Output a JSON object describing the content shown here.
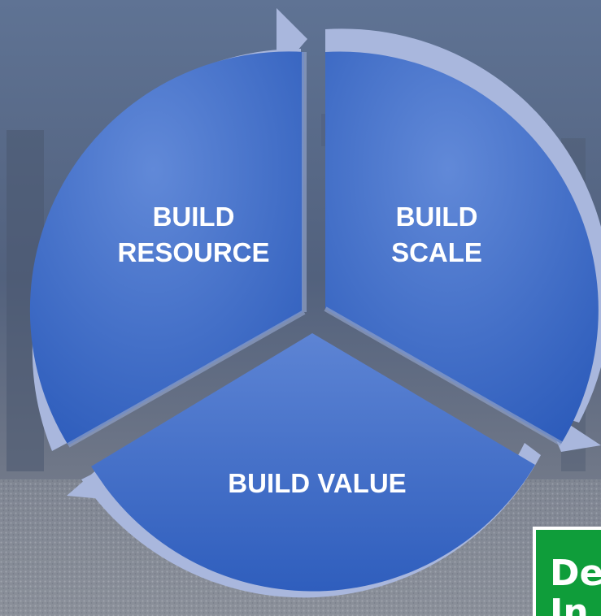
{
  "diagram": {
    "segments": [
      {
        "id": "resource",
        "lines": [
          "BUILD",
          "RESOURCE"
        ]
      },
      {
        "id": "scale",
        "lines": [
          "BUILD",
          "SCALE"
        ]
      },
      {
        "id": "value",
        "lines": [
          "BUILD VALUE"
        ]
      }
    ]
  },
  "logo": {
    "text_line1": "De",
    "text_line2": "In",
    "color": "#0f9d3a"
  },
  "colors": {
    "background_top": "#5a6e8e",
    "background_bottom": "#7e8796",
    "segment_light": "#5f86d6",
    "segment_dark": "#2f5fbd",
    "ring": "#aab8de",
    "logo_green": "#0f9d3a"
  }
}
